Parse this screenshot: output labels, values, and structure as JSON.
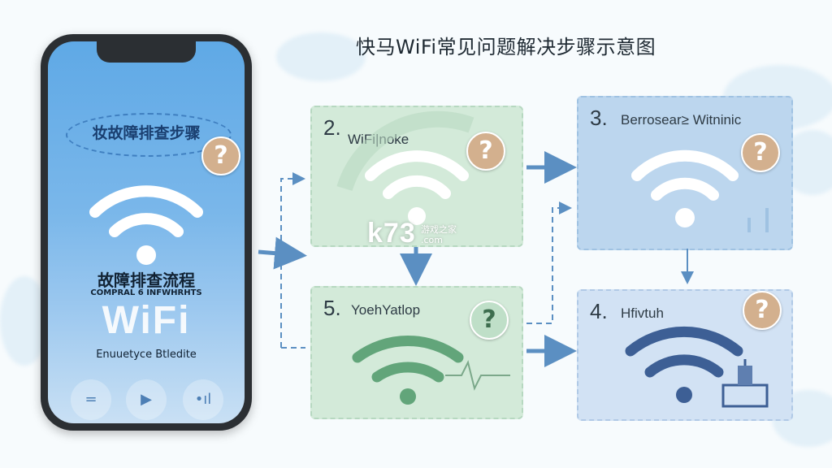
{
  "title": "快马WiFi常见问题解决步骤示意图",
  "phone": {
    "heading": "妆故障排查步骤",
    "subtitle_cn": "故障排查流程",
    "subtitle_en": "COMPRAL 6 INFWHRHTS",
    "wifi_word": "WiFi",
    "caption": "Enuuetyce Btledite",
    "controls": [
      "=",
      "▶",
      "•ıl"
    ],
    "badge": "?"
  },
  "panels": [
    {
      "number": "2.",
      "label": "WiFi|noke",
      "badge": "?"
    },
    {
      "number": "3.",
      "label": "Berrosear≥ Witninic",
      "badge": "?"
    },
    {
      "number": "5.",
      "label": "YoehYatlop",
      "badge": "?"
    },
    {
      "number": "4.",
      "label": "Hfivtuh",
      "badge": "?"
    }
  ],
  "watermark": {
    "logo": "k73",
    "line1": "游戏之家",
    "line2": ".com"
  },
  "colors": {
    "phone_screen": "#5fa9e6",
    "green_panel": "#d3ead9",
    "blue_panel": "#bcd6ee",
    "arrow": "#5b8fc2",
    "badge": "#d3b08e"
  }
}
